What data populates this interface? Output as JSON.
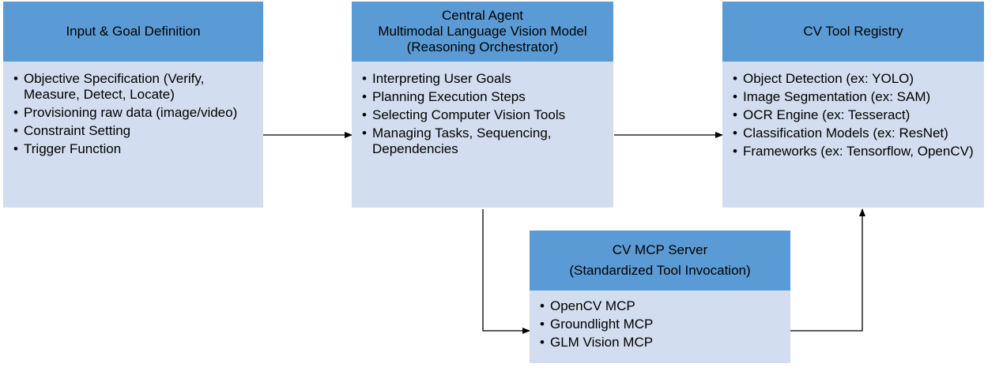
{
  "input_box": {
    "title_lines": [
      "Input & Goal Definition"
    ],
    "items": [
      "Objective Specification (Verify, Measure, Detect, Locate)",
      "Provisioning raw data (image/video)",
      "Constraint Setting",
      "Trigger Function"
    ]
  },
  "agent_box": {
    "title_lines": [
      "Central Agent",
      "Multimodal Language Vision Model",
      "(Reasoning Orchestrator)"
    ],
    "items": [
      "Interpreting User Goals",
      "Planning Execution Steps",
      "Selecting Computer Vision Tools",
      "Managing Tasks, Sequencing, Dependencies"
    ]
  },
  "registry_box": {
    "title_lines": [
      "CV Tool Registry"
    ],
    "items": [
      "Object Detection (ex: YOLO)",
      "Image Segmentation (ex: SAM)",
      "OCR Engine (ex: Tesseract)",
      "Classification Models (ex: ResNet)",
      "Frameworks (ex: Tensorflow, OpenCV)"
    ]
  },
  "mcp_box": {
    "title_lines": [
      "CV MCP Server",
      "(Standardized Tool Invocation)"
    ],
    "items": [
      "OpenCV MCP",
      "Groundlight MCP",
      "GLM Vision MCP"
    ]
  },
  "colors": {
    "header": "#5b9bd5",
    "body": "#d2deef",
    "arrow": "#000000"
  }
}
